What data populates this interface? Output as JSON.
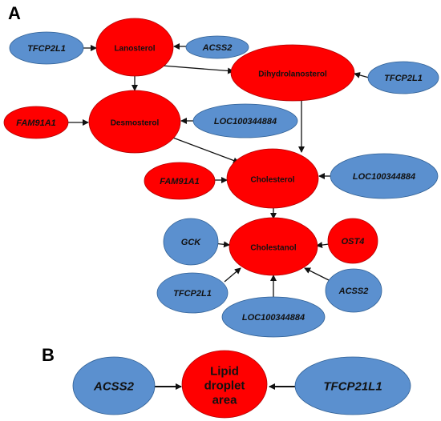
{
  "panel_a": {
    "label": "A",
    "nodes": {
      "lanosterol": "Lanosterol",
      "dihydrolanosterol": "Dihydrolanosterol",
      "desmosterol": "Desmosterol",
      "cholesterol": "Cholesterol",
      "cholestanol": "Cholestanol",
      "tfcp2l1_1": "TFCP2L1",
      "acss2_1": "ACSS2",
      "tfcp2l1_2": "TFCP2L1",
      "fam91a1_1": "FAM91A1",
      "loc_1": "LOC100344884",
      "fam91a1_2": "FAM91A1",
      "loc_2": "LOC100344884",
      "gck": "GCK",
      "ost4": "OST4",
      "tfcp2l1_3": "TFCP2L1",
      "acss2_2": "ACSS2",
      "loc_3": "LOC100344884"
    }
  },
  "panel_b": {
    "label": "B",
    "nodes": {
      "acss2": "ACSS2",
      "lipid_1": "Lipid",
      "lipid_2": "droplet",
      "lipid_3": "area",
      "tfcp21l1": "TFCP21L1"
    }
  },
  "colors": {
    "metabolite": "#ff0000",
    "gene": "#5b90cf"
  }
}
